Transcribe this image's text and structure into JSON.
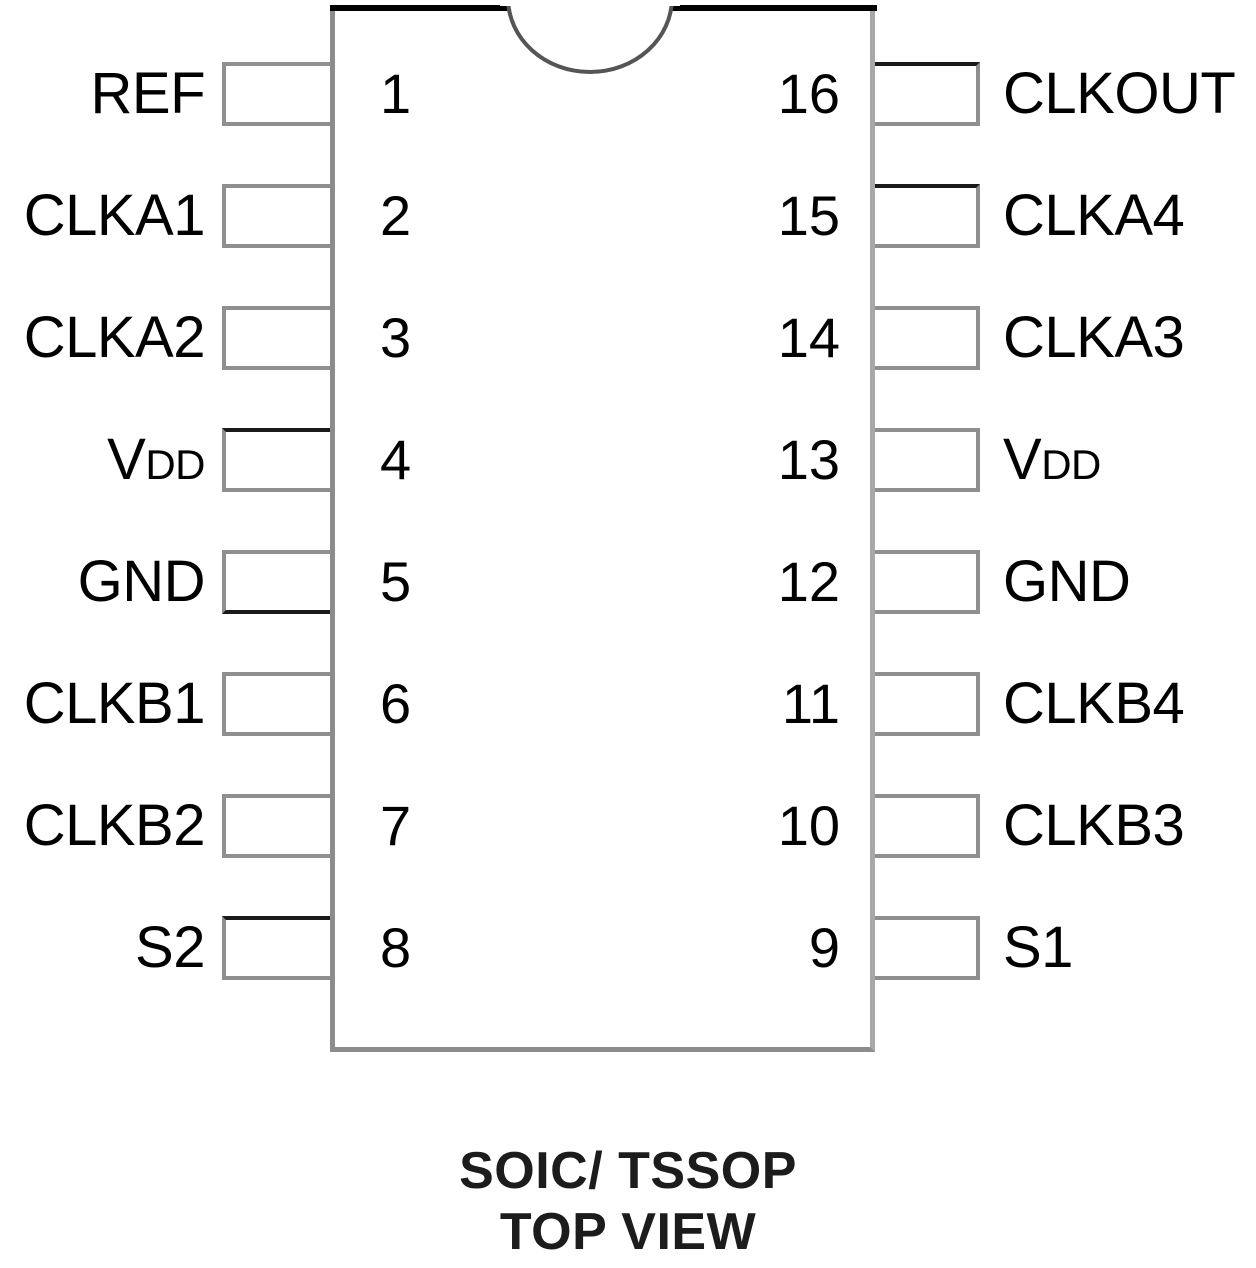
{
  "package": {
    "caption_line1": "SOIC/ TSSOP",
    "caption_line2": "TOP VIEW",
    "pin_count": 16,
    "colors": {
      "body_stroke": "#8c8c8c",
      "pin_stroke": "#8f8f8f",
      "accent_dark": "#000000",
      "background": "#ffffff"
    }
  },
  "pins_left": [
    {
      "number": "1",
      "label": "REF",
      "sub": ""
    },
    {
      "number": "2",
      "label": "CLKA1",
      "sub": ""
    },
    {
      "number": "3",
      "label": "CLKA2",
      "sub": ""
    },
    {
      "number": "4",
      "label": "V",
      "sub": "DD"
    },
    {
      "number": "5",
      "label": "GND",
      "sub": ""
    },
    {
      "number": "6",
      "label": "CLKB1",
      "sub": ""
    },
    {
      "number": "7",
      "label": "CLKB2",
      "sub": ""
    },
    {
      "number": "8",
      "label": "S2",
      "sub": ""
    }
  ],
  "pins_right": [
    {
      "number": "16",
      "label": "CLKOUT",
      "sub": ""
    },
    {
      "number": "15",
      "label": "CLKA4",
      "sub": ""
    },
    {
      "number": "14",
      "label": "CLKA3",
      "sub": ""
    },
    {
      "number": "13",
      "label": "V",
      "sub": "DD"
    },
    {
      "number": "12",
      "label": "GND",
      "sub": ""
    },
    {
      "number": "11",
      "label": "CLKB4",
      "sub": ""
    },
    {
      "number": "10",
      "label": "CLKB3",
      "sub": ""
    },
    {
      "number": "9",
      "label": "S1",
      "sub": ""
    }
  ]
}
